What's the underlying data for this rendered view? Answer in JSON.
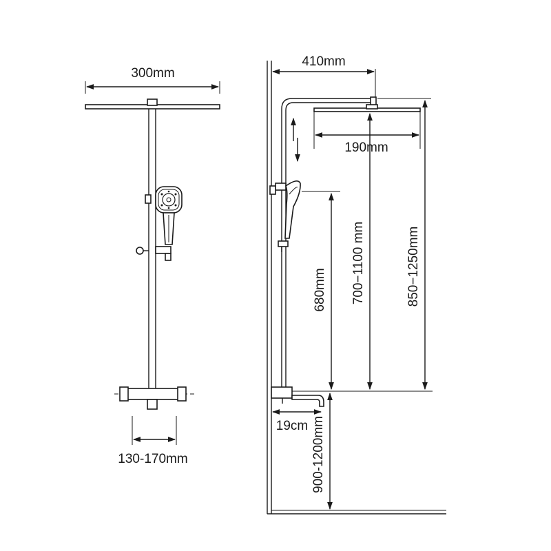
{
  "dimensions": {
    "head_width": "300mm",
    "arm_length": "410mm",
    "head_depth": "190mm",
    "bracket_height": "680mm",
    "head_height_range": "700−1100 mm",
    "total_height_range": "850−1250mm",
    "spout_length": "19cm",
    "valve_height": "900-1200mm",
    "inlet_spacing": "130-170mm"
  },
  "colors": {
    "line": "#1a1a1a",
    "background": "#ffffff"
  }
}
